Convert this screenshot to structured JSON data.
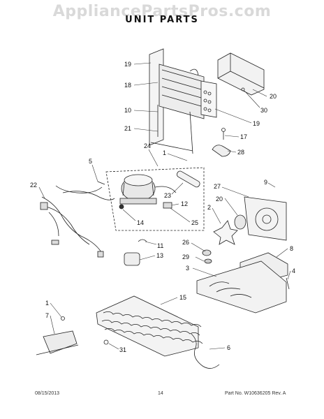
{
  "watermark": "AppliancePartsPros.com",
  "title": "UNIT PARTS",
  "callouts": {
    "c19a": "19",
    "c18": "18",
    "c10": "10",
    "c21": "21",
    "c24": "24",
    "c1a": "1",
    "c5": "5",
    "c22": "22",
    "c20a": "20",
    "c30": "30",
    "c19b": "19",
    "c17": "17",
    "c28": "28",
    "c9": "9",
    "c27": "27",
    "c23": "23",
    "c12": "12",
    "c14": "14",
    "c25": "25",
    "c2": "2",
    "c20b": "20",
    "c11": "11",
    "c13": "13",
    "c26": "26",
    "c29": "29",
    "c3": "3",
    "c8": "8",
    "c4": "4",
    "c15": "15",
    "c1b": "1",
    "c7": "7",
    "c31": "31",
    "c6": "6"
  },
  "footer": {
    "date": "08/15/2013",
    "page": "14",
    "part": "Part No.  W10636205  Rev.  A"
  }
}
